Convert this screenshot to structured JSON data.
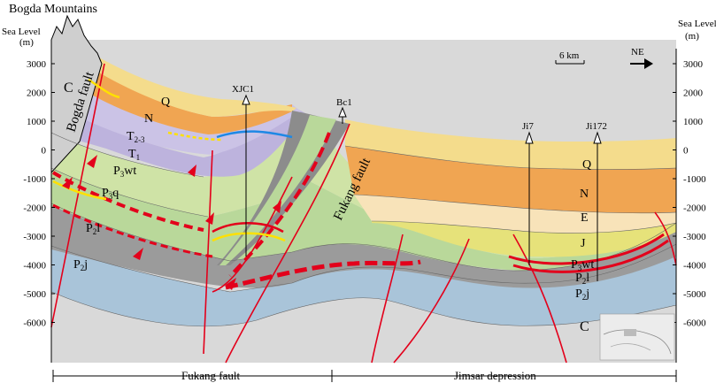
{
  "title": "Bogda Mountains",
  "left_axis": {
    "label": "Sea Level",
    "unit": "(m)"
  },
  "right_axis": {
    "label": "Sea Level",
    "unit": "(m)"
  },
  "depth_ticks": [
    "3000",
    "2000",
    "1000",
    "0",
    "-1000",
    "-2000",
    "-3000",
    "-4000",
    "-5000",
    "-6000"
  ],
  "scale_bar": "6 km",
  "north_arrow": "NE",
  "wells": [
    "XJC1",
    "Bc1",
    "Ji7",
    "Ji172"
  ],
  "layers_left": {
    "C": "C",
    "Q": "Q",
    "N": "N",
    "T23": "T",
    "T23_sub": "2-3",
    "T1": "T",
    "T1_sub": "1",
    "P3wt": "P",
    "P3wt_sub": "3",
    "P3wt_suffix": "wt",
    "P3q": "P",
    "P3q_sub": "3",
    "P3q_suffix": "q",
    "P2l": "P",
    "P2l_sub": "2",
    "P2l_suffix": "l",
    "P2j": "P",
    "P2j_sub": "2",
    "P2j_suffix": "j"
  },
  "layers_right": {
    "Q": "Q",
    "N": "N",
    "E": "E",
    "J": "J",
    "P3wt": "P",
    "P3wt_sub": "3",
    "P3wt_suffix": "wt",
    "P2l": "P",
    "P2l_sub": "2",
    "P2l_suffix": "l",
    "P2j": "P",
    "P2j_sub": "2",
    "P2j_suffix": "j",
    "C": "C"
  },
  "faults": {
    "bogda": "Bogda fault",
    "fukang": "Fukang fault"
  },
  "bottom": {
    "left": "Fukang fault",
    "right": "Jimsar depression"
  },
  "colors": {
    "Q": "#f4dc8c",
    "N": "#f0a552",
    "E": "#f8e2b8",
    "J": "#e6e27a",
    "T23": "#c8bfe3",
    "T1": "#bcb2dd",
    "P3wt": "#cde3a4",
    "P3q": "#b9d89a",
    "P2l": "#9a9a9a",
    "P2j": "#a9c4d9",
    "C": "#d3d3d3",
    "fault": "#e3001b"
  }
}
